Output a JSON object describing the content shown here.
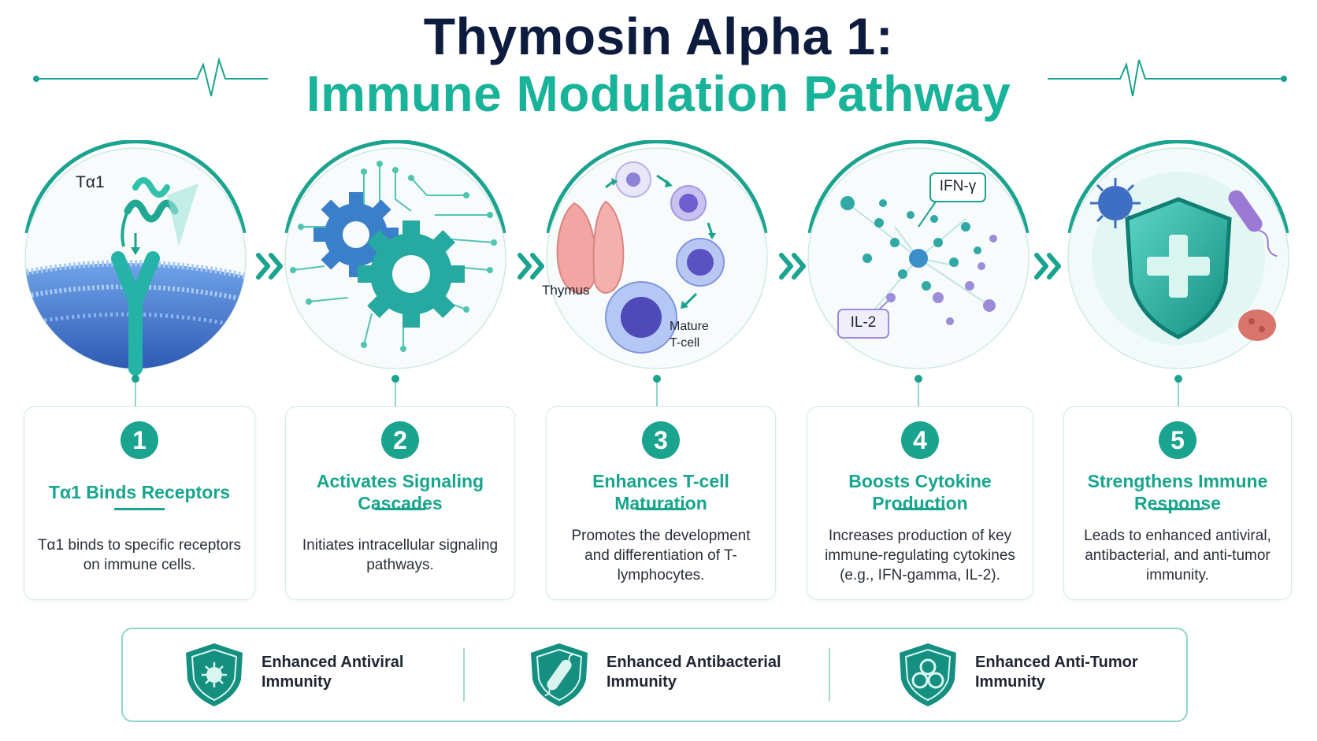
{
  "title": {
    "line1": "Thymosin Alpha 1:",
    "line2": "Immune Modulation Pathway"
  },
  "colors": {
    "navy": "#0d1b3e",
    "teal": "#19b39a",
    "teal_dark": "#1aa38e",
    "text": "#2a2f3a"
  },
  "stages": [
    {
      "illustration": "receptor-binding-illustration",
      "labels": {
        "ligand": "Tα1"
      },
      "number": "1",
      "title": "Tα1 Binds Receptors",
      "description": "Tα1 binds to specific receptors on immune cells."
    },
    {
      "illustration": "gears-signaling-illustration",
      "labels": {},
      "number": "2",
      "title": "Activates Signaling Cascades",
      "description": "Initiates intracellular signaling pathways."
    },
    {
      "illustration": "thymus-tcell-illustration",
      "labels": {
        "organ": "Thymus",
        "cell": "Mature T-cell"
      },
      "number": "3",
      "title": "Enhances T-cell Maturation",
      "description": "Promotes the development and differentiation of T-lymphocytes."
    },
    {
      "illustration": "cytokine-network-illustration",
      "labels": {
        "cytokine_a": "IFN-γ",
        "cytokine_b": "IL-2"
      },
      "number": "4",
      "title": "Boosts Cytokine Production",
      "description": "Increases production of key immune-regulating cytokines (e.g., IFN-gamma, IL-2)."
    },
    {
      "illustration": "shield-protection-illustration",
      "labels": {},
      "number": "5",
      "title": "Strengthens Immune Response",
      "description": "Leads to enhanced antiviral, antibacterial, and anti-tumor immunity."
    }
  ],
  "footer": [
    {
      "icon": "virus-shield-icon",
      "label": "Enhanced Antiviral Immunity"
    },
    {
      "icon": "bacteria-shield-icon",
      "label": "Enhanced Antibacterial Immunity"
    },
    {
      "icon": "tumor-shield-icon",
      "label": "Enhanced Anti-Tumor Immunity"
    }
  ]
}
